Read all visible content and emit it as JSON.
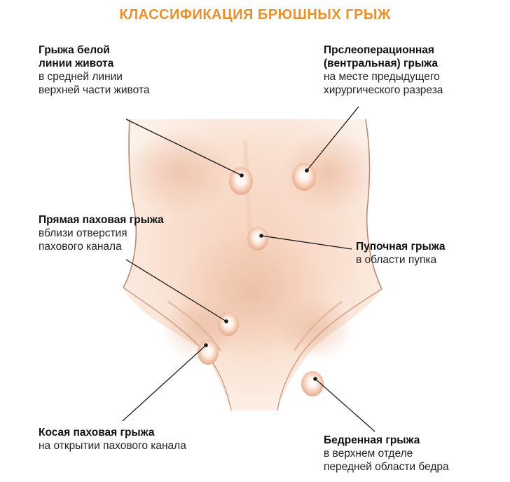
{
  "title": "КЛАССИФИКАЦИЯ БРЮШНЫХ ГРЫЖ",
  "colors": {
    "title": "#e8902c",
    "skin_light": "#fbe6d8",
    "skin_mid": "#f4cdb6",
    "skin_dark": "#e9b193",
    "outline": "#c9937a",
    "leader": "#1a1a1a"
  },
  "labels": {
    "white_line": {
      "name_line1": "Грыжа белой",
      "name_line2": "линии живота",
      "desc_line1": "в средней линии",
      "desc_line2": "верхней части живота"
    },
    "postop": {
      "name_line1": "Прслеоперационная",
      "name_line2": "(вентральная) грыжа",
      "desc_line1": "на месте предыдущего",
      "desc_line2": "хирургического разреза"
    },
    "direct_inguinal": {
      "name_line1": "Прямая паховая грыжа",
      "desc_line1": "вблизи отверстия",
      "desc_line2": "пахового канала"
    },
    "umbilical": {
      "name_line1": "Пупочная грыжа",
      "desc_line1": "в области пупка"
    },
    "oblique_inguinal": {
      "name_line1": "Косая паховая грыжа",
      "desc_line1": "на открытии пахового канала"
    },
    "femoral": {
      "name_line1": "Бедренная грыжа",
      "desc_line1": "в верхнем отделе",
      "desc_line2": "передней области бедра"
    }
  }
}
